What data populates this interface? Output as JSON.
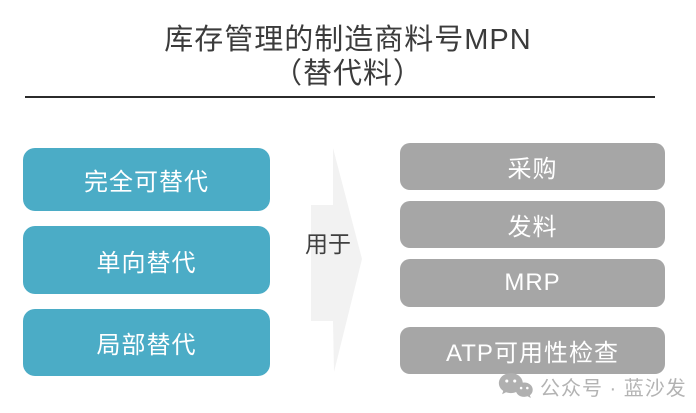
{
  "slide": {
    "title": {
      "line1": "库存管理的制造商料号MPN",
      "line2": "（替代料）"
    }
  },
  "left_column": {
    "items": [
      {
        "label": "完全可替代"
      },
      {
        "label": "单向替代"
      },
      {
        "label": "局部替代"
      }
    ]
  },
  "connector": {
    "label": "用于"
  },
  "right_column": {
    "items": [
      {
        "label": "采购"
      },
      {
        "label": "发料"
      },
      {
        "label": "MRP"
      },
      {
        "label": "ATP可用性检查"
      }
    ]
  },
  "watermark": {
    "icon": "wechat-icon",
    "text": "公众号 · 蓝沙发"
  },
  "colors": {
    "left_box": "#4BACC6",
    "right_box": "#A6A6A6",
    "arrow_fill": "#F2F2F2",
    "box_text": "#FFFFFF",
    "title_text": "#3B3B3B",
    "divider": "#2B2B2B",
    "watermark_text": "#B3B3B3"
  }
}
